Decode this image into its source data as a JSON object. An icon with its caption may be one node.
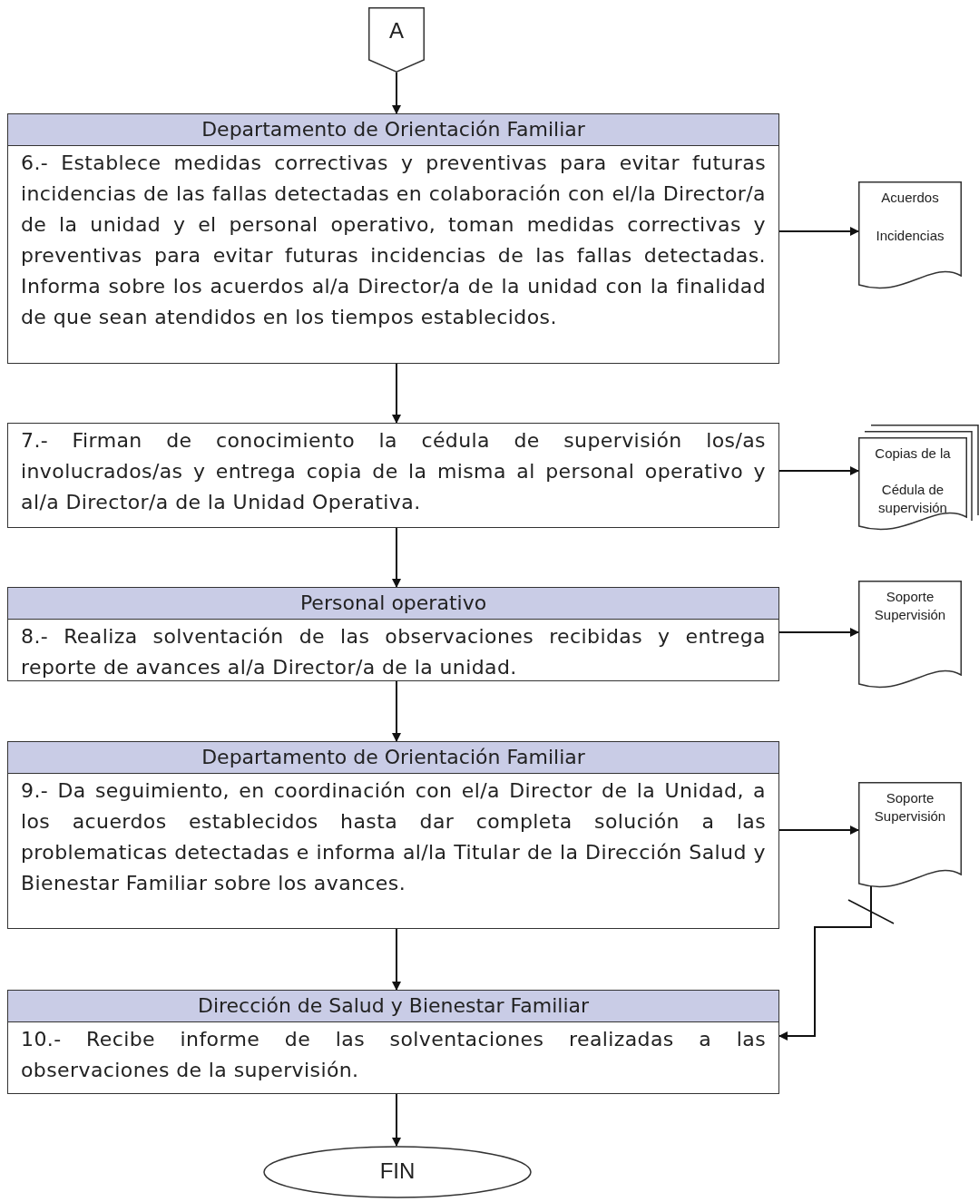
{
  "diagram": {
    "nodes": [
      {
        "text": [
          "A"
        ]
      },
      {
        "text": [
          "Departamento de Orientación Familiar",
          "6.- Establece medidas correctivas y preventivas para evitar futuras incidencias de las fallas detectadas en colaboración con el/la Director/a de la unidad y el personal operativo, toman medidas correctivas y preventivas para evitar futuras incidencias de las fallas detectadas. Informa sobre los acuerdos al/a Director/a de la unidad con la finalidad de que sean atendidos en los tiempos establecidos."
        ]
      },
      {
        "text": [
          "Acuerdos",
          "Incidencias"
        ]
      },
      {
        "text": [
          "7.- Firman de conocimiento la cédula de supervisión los/as involucrados/as y entrega copia de la misma al personal operativo y al/a Director/a de la Unidad Operativa."
        ]
      },
      {
        "text": [
          "Copias de la",
          "Cédula de supervisión"
        ]
      },
      {
        "text": [
          "Personal operativo",
          "8.- Realiza solventación de las observaciones recibidas y entrega reporte de avances al/a Director/a de la unidad."
        ]
      },
      {
        "text": [
          "Soporte Supervisión"
        ]
      },
      {
        "text": [
          "Departamento de Orientación Familiar",
          "9.- Da seguimiento, en coordinación con el/a Director de la Unidad, a los acuerdos establecidos hasta dar completa solución a las problematicas detectadas e informa al/la Titular de la Dirección Salud y Bienestar Familiar sobre los avances."
        ]
      },
      {
        "text": [
          "Soporte Supervisión"
        ]
      },
      {
        "text": [
          "Dirección de Salud y Bienestar Familiar",
          "10.- Recibe informe de las solventaciones realizadas a las observaciones de la supervisión."
        ]
      },
      {
        "text": [
          "FIN"
        ]
      }
    ],
    "edges": [
      {
        "from": 0,
        "to": 1,
        "arrow": "to"
      },
      {
        "from": 1,
        "to": 2,
        "arrow": "to"
      },
      {
        "from": 1,
        "to": 3,
        "arrow": "to"
      },
      {
        "from": 3,
        "to": 4,
        "arrow": "to"
      },
      {
        "from": 3,
        "to": 5,
        "arrow": "to"
      },
      {
        "from": 5,
        "to": 6,
        "arrow": "to"
      },
      {
        "from": 5,
        "to": 7,
        "arrow": "to"
      },
      {
        "from": 7,
        "to": 8,
        "arrow": "to"
      },
      {
        "from": 7,
        "to": 9,
        "arrow": "to"
      },
      {
        "from": 8,
        "to": 9,
        "arrow": "to"
      },
      {
        "from": 9,
        "to": 10,
        "arrow": "to"
      }
    ]
  }
}
